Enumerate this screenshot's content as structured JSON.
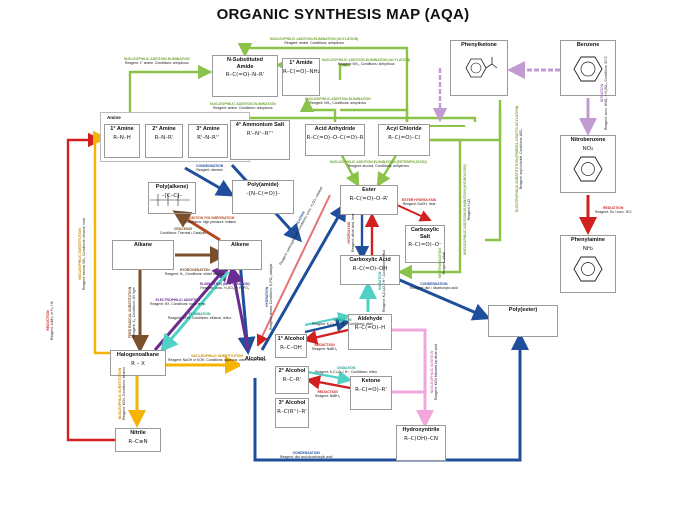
{
  "title": "ORGANIC SYNTHESIS MAP (AQA)",
  "colors": {
    "green": "#8bc34a",
    "blue": "#1f4e9c",
    "red": "#d21f1f",
    "orange": "#f5b400",
    "purple": "#6a2c91",
    "brown": "#7a4f2c",
    "teal": "#4fd1c5",
    "pink": "#f2a7dc",
    "violet": "#c39bd3",
    "navy": "#143a7b"
  },
  "compounds": {
    "amine_group": "Amine",
    "amine1": {
      "name": "1° Amine",
      "formula": "R–N–H"
    },
    "amine2": {
      "name": "2° Amine",
      "formula": "R–N–R'"
    },
    "amine3": {
      "name": "3° Amine",
      "formula": "R'–N–R''"
    },
    "ammonium": {
      "name": "4° Ammonium Salt",
      "formula": "R'–N⁺–R'''"
    },
    "nsub": {
      "name": "N-Substituted Amide",
      "formula": "R–C(=O)–N–R'"
    },
    "amide1": {
      "name": "1° Amide",
      "formula": "R–C(=O)–NH₂"
    },
    "anhydride": {
      "name": "Acid Anhydride",
      "formula": "R–C(=O)–O–C(=O)–R"
    },
    "acylchloride": {
      "name": "Acyl Chloride",
      "formula": "R–C(=O)–Cl"
    },
    "phenylketone": {
      "name": "Phenylketone"
    },
    "benzene": {
      "name": "Benzene"
    },
    "nitrobenzene": {
      "name": "Nitrobenzene",
      "formula": "NO₂"
    },
    "phenylamine": {
      "name": "Phenylamine",
      "formula": "NH₂"
    },
    "polyalkene": {
      "name": "Poly(alkene)",
      "formula": "–[C–C]–"
    },
    "polyamide": {
      "name": "Poly(amide)",
      "formula": "–[N–C(=O)]–"
    },
    "ester": {
      "name": "Ester",
      "formula": "R–C(=O)–O–R'"
    },
    "carboxylicacid": {
      "name": "Carboxylic Acid",
      "formula": "R–C(=O)–OH"
    },
    "carboxylicsalt": {
      "name": "Carboxylic Salt",
      "formula": "R–C(=O)–O⁻"
    },
    "alkane": {
      "name": "Alkane"
    },
    "alkene": {
      "name": "Alkene"
    },
    "polyester": {
      "name": "Poly(ester)"
    },
    "aldehyde": {
      "name": "Aldehyde",
      "formula": "R–C(=O)–H"
    },
    "halogenoalkane": {
      "name": "Halogenoalkane",
      "formula": "R – X"
    },
    "alcohol": {
      "name": "Alcohol"
    },
    "alcohol1": {
      "name": "1° Alcohol",
      "formula": "R–C–OH"
    },
    "alcohol2": {
      "name": "2° Alcohol",
      "formula": "R–C–R'"
    },
    "alcohol3": {
      "name": "3° Alcohol",
      "formula": "R–C(R'')–R'"
    },
    "ketone": {
      "name": "Ketone",
      "formula": "R–C(=O)–R'"
    },
    "nitrile": {
      "name": "Nitrile",
      "formula": "R–C≡N"
    },
    "hydroxynitrile": {
      "name": "Hydroxynitrile",
      "formula": "R–C(OH)–CN"
    }
  },
  "reactions": {
    "top_acylation": {
      "title": "NUCLEOPHILIC ADDITION-ELIMINATION (ACYLATION)",
      "detail": "Reagent: amine, Conditions: anhydrous"
    },
    "top_left": {
      "title": "NUCLEOPHILIC ADDITION-ELIMINATION",
      "detail": "Reagent: 1° amine, Conditions: anhydrous"
    },
    "amide_nh3": {
      "title": "NUCLEOPHILIC ADDITION-ELIMINATION (ACYLATION)",
      "detail": "Reagent: NH₃, Conditions: anhydrous"
    },
    "amine_to_nsub": {
      "title": "NUCLEOPHILIC ADDITION-ELIMINATION",
      "detail": "Reagent: amine, Conditions: anhydrous"
    },
    "anhydride_label": {
      "title": "NUCLEOPHILIC ADDITION-ELIMINATION",
      "detail": "Reagent: NH₃, Conditions: anhydrous"
    },
    "ester_formation": {
      "title": "NUCLEOPHILIC ADDITION-ELIMINATION (ESTERIFICATION)",
      "detail": "Reagent: alcohol, Conditions: anhydrous"
    },
    "friedel": {
      "title": "ELECTROPHILIC SUBSTITUTION (FRIEDEL-CRAFTS ACYLATION)",
      "detail": "Reagent: acyl chloride, Conditions: AlCl₃"
    },
    "nitration": {
      "title": "NITRATION",
      "detail": "Reagent: conc. HNO₃ + H₂SO₄, Conditions: 50°C"
    },
    "reduction_benz": {
      "title": "REDUCTION",
      "detail": "Reagent: Sn / conc. HCl"
    },
    "amide_poly": {
      "title": "CONDENSATION",
      "detail": "Reagent: diamine"
    },
    "addition_poly": {
      "title": "ADDITION POLYMERISATION",
      "detail": "Conditions: high pressure, initiator"
    },
    "cracking": {
      "title": "CRACKING",
      "detail": "Conditions: Thermal / Catalytic"
    },
    "hydrogenation": {
      "title": "HYDROGENATION",
      "detail": "Reagent: H₂, Conditions: nickel catalyst"
    },
    "free_radical": {
      "title": "FREE RADICAL SUBSTITUTION",
      "detail": "Reagent: X₂, Conditions: UV light"
    },
    "electrophilic_add": {
      "title": "ELECTROPHILIC ADDITION",
      "detail": "Reagent: HX, Conditions: room temp"
    },
    "elimination": {
      "title": "ELIMINATION",
      "detail": "Reagent: KOH, Conditions: ethanol, reflux"
    },
    "nuc_sub_alcohol": {
      "title": "NUCLEOPHILIC SUBSTITUTION",
      "detail": "Reagent: NaOH or KOH, Conditions: aqueous, warm under reflux"
    },
    "hydration": {
      "title": "HYDRATION",
      "detail": "Reagent: steam, Conditions: H₃PO₄ catalyst"
    },
    "dehydration": {
      "title": "ELIMINATION (DEHYDRATION)",
      "detail": "Reagent: conc. H₂SO₄ or H₃PO₄"
    },
    "nuc_sub_nitrile": {
      "title": "NUCLEOPHILIC SUBSTITUTION",
      "detail": "Reagent: KCN, Conditions: ethanol"
    },
    "nitrile_reduction": {
      "title": "REDUCTION",
      "detail": "Reagent: LiAlH₄ or H₂ / Ni"
    },
    "amine_from_halo": {
      "title": "NUCLEOPHILIC SUBSTITUTION",
      "detail": "Reagent: excess NH₃, Conditions: ethanol, heat"
    },
    "esterification": {
      "title": "ESTERIFICATION",
      "detail": "Reagent: carboxylic acid, Conditions: conc. H₂SO₄ catalyst"
    },
    "hydrolysis": {
      "title": "HYDROLYSIS",
      "detail": "Reagent: dilute acid, heat"
    },
    "ester_hydrolysis": {
      "title": "ESTER HYDROLYSIS",
      "detail": "Reagent: NaOH, heat"
    },
    "neutralisation": {
      "title": "NEUTRALISATION",
      "detail": "Reagent: alkali"
    },
    "oxidation1": {
      "title": "OXIDATION",
      "detail": "Reagent: K₂Cr₂O₇ / H⁺, Conditions: distil"
    },
    "oxidation2": {
      "title": "OXIDATION",
      "detail": "Reagent: K₂Cr₂O₇ / H⁺, Conditions: reflux"
    },
    "reduction1": {
      "title": "REDUCTION",
      "detail": "Reagent: NaBH₄"
    },
    "oxidation3": {
      "title": "OXIDATION",
      "detail": "Reagent: K₂Cr₂O₇ / H⁺, Conditions: reflux"
    },
    "reduction2": {
      "title": "REDUCTION",
      "detail": "Reagent: NaBH₄"
    },
    "condensation_poly": {
      "title": "CONDENSATION",
      "detail": "Reagent: diol / dicarboxylic acid"
    },
    "condensation_bottom": {
      "title": "CONDENSATION",
      "detail": "Reagent: diol and dicarboxylic acid"
    },
    "nuc_addition": {
      "title": "NUCLEOPHILIC ADDITION",
      "detail": "Reagent: KCN followed by dilute acid"
    },
    "acid_from_acyl": {
      "title": "NUCLEOPHILIC ADDITION-ELIMINATION (HYDROLYSIS)",
      "detail": "Reagent: H₂O"
    }
  }
}
